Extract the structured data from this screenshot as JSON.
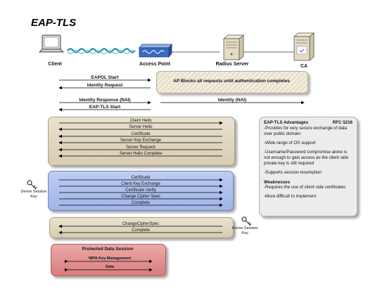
{
  "title": "EAP-TLS",
  "nodes": {
    "client": "Client",
    "access_point": "Access Point",
    "radius_server": "Radius Server",
    "ca": "CA"
  },
  "messages": {
    "eapol_start": "EAPOL Start",
    "identity_request": "Identity Request",
    "identity_response": "Identity Response (NAI)",
    "identity_nai": "Identity (NAI)",
    "eap_tls_start": "EAP-TLS Start"
  },
  "ap_block_text": "AP Blocks all requests until authentication completes",
  "hello_group": [
    "Client Hello",
    "Server Hello",
    "Certificate",
    "Server Key Exchange",
    "Server Request",
    "Server Hello Complete"
  ],
  "key_group": [
    "Certificate",
    "Client Key Exchange",
    "Certificate Verify",
    "Change Cipher Spec",
    "Complete"
  ],
  "cipher_group": [
    "ChangeCipherSpec",
    "Complete"
  ],
  "derive_left": "Derive Session Key",
  "derive_right": "Derive Session Key",
  "protected": {
    "title": "Protected Data Session",
    "wpa": "WPA Key Management",
    "data": "Data"
  },
  "note": {
    "title": "EAP-TLS Advantages",
    "rfc": "RFC 5216",
    "advantages": [
      "-Provides for very secure exchange of data over public domain",
      "-Wide range of OS support",
      "-Username/Password compromise alone is not enough to gain access as the client side private key is still required",
      "-Supports session resumption"
    ],
    "weaknesses_title": "Weaknesses",
    "weaknesses": [
      "-Requires the use of client side certificates",
      "-More difficult to implement"
    ]
  },
  "colors": {
    "tan_box": "#e3dac2",
    "blue_box": "#adc0ee",
    "red_box": "#e29090",
    "note_box": "#ececec",
    "arrow": "#000000"
  }
}
